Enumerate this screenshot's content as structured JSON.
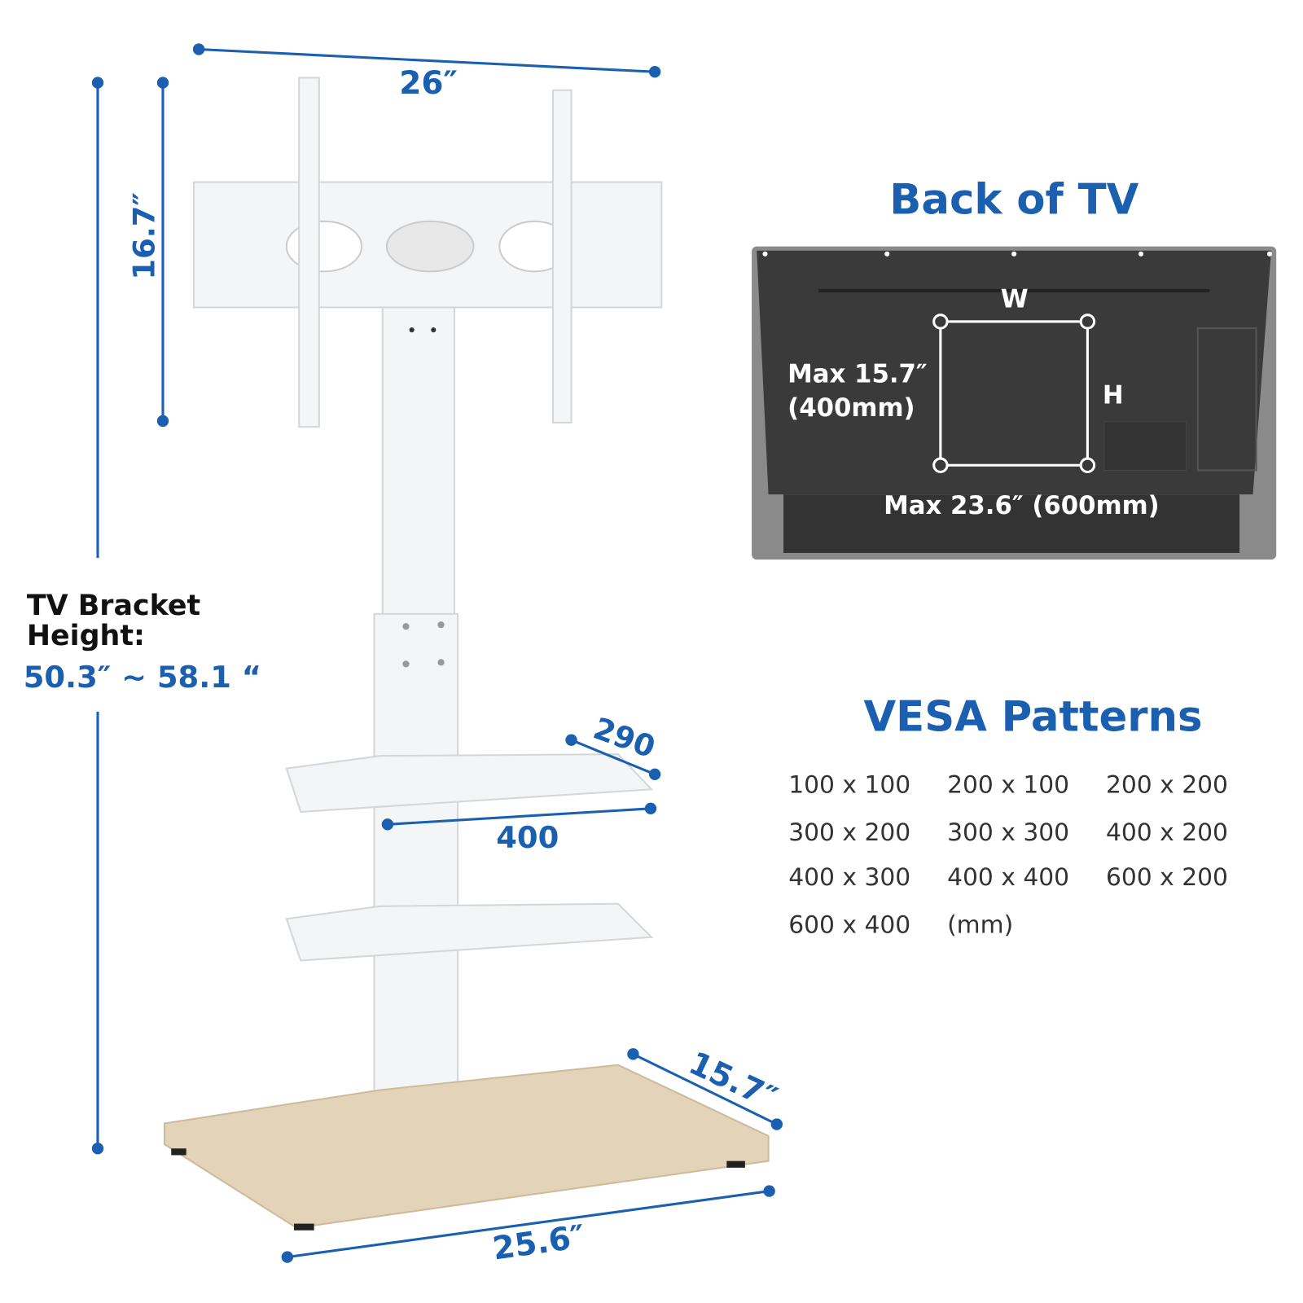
{
  "dimensions": {
    "top_width": "26″",
    "bracket_height": "16.7″",
    "shelf_depth": "290",
    "shelf_width": "400",
    "base_depth": "15.7″",
    "base_width": "25.6″"
  },
  "bracket_height_label": {
    "line1": "TV Bracket",
    "line2": "Height:",
    "range": "50.3″ ~ 58.1 “"
  },
  "back_of_tv": {
    "title": "Back of TV",
    "w_label": "W",
    "h_label": "H",
    "max_h": "Max 15.7″",
    "max_h_mm": "(400mm)",
    "max_w": "Max 23.6″  (600mm)"
  },
  "vesa": {
    "title": "VESA Patterns",
    "patterns": [
      "100 x 100",
      "200 x 100",
      "200 x 200",
      "300 x 200",
      "300 x 300",
      "400 x 200",
      "400 x 300",
      "400 x 400",
      "600 x 200",
      "600 x 400"
    ],
    "unit": "(mm)"
  },
  "colors": {
    "accent": "#1a5fb0",
    "tv_back": "#3a3a3a",
    "base_wood": "#e3d3b8"
  }
}
